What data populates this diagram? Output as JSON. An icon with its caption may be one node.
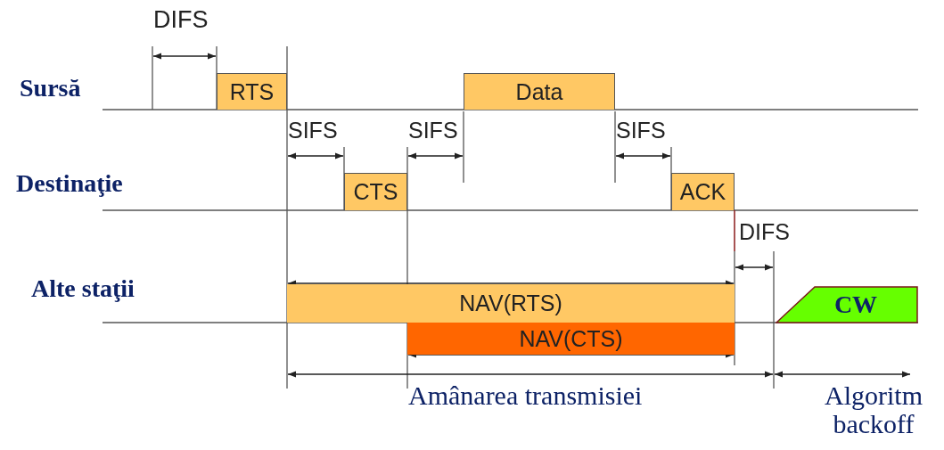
{
  "diagram": {
    "nodes": [
      {
        "text": [
          "RTS"
        ]
      },
      {
        "text": [
          "Data"
        ]
      },
      {
        "text": [
          "CTS"
        ]
      },
      {
        "text": [
          "ACK"
        ]
      },
      {
        "text": [
          "NAV(RTS)"
        ]
      },
      {
        "text": [
          "CW"
        ]
      },
      {
        "text": [
          "NAV(CTS)"
        ]
      }
    ],
    "labels": [
      "DIFS",
      "Sursă",
      "SIFS",
      "SIFS",
      "SIFS",
      "Destinaţie",
      "DIFS",
      "Alte staţii",
      "Amânarea transmisiei",
      "Algoritm backoff"
    ]
  }
}
